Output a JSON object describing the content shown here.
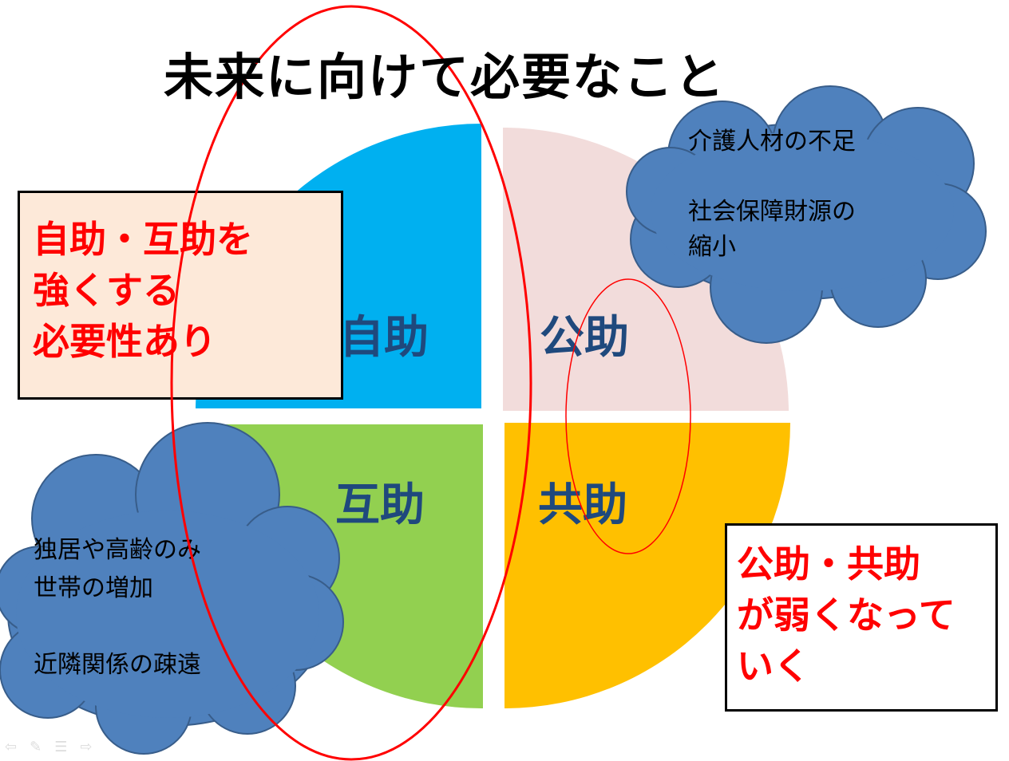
{
  "title": "未来に向けて必要なこと",
  "quadrants": {
    "top_left": "自助",
    "top_right": "公助",
    "bottom_left": "互助",
    "bottom_right": "共助"
  },
  "left_box": {
    "lines": [
      "自助・互助を",
      "強くする",
      "必要性あり"
    ]
  },
  "right_box": {
    "lines": [
      "公助・共助",
      "が弱くなって",
      "いく"
    ]
  },
  "cloud_top_right": {
    "lines": [
      "介護人材の不足",
      "",
      "社会保障財源の",
      "縮小"
    ]
  },
  "cloud_bottom_left": {
    "lines": [
      "独居や高齢のみ",
      "世帯の増加",
      "",
      "近隣関係の疎遠"
    ]
  },
  "colors": {
    "self": "#00b0f0",
    "public": "#f2dcdb",
    "mutual": "#92d050",
    "community": "#ffc000",
    "cloud": "#4f81bd",
    "accent": "#ff0000"
  },
  "nav_icons": [
    "prev-arrow-icon",
    "pen-icon",
    "menu-icon",
    "next-arrow-icon"
  ]
}
